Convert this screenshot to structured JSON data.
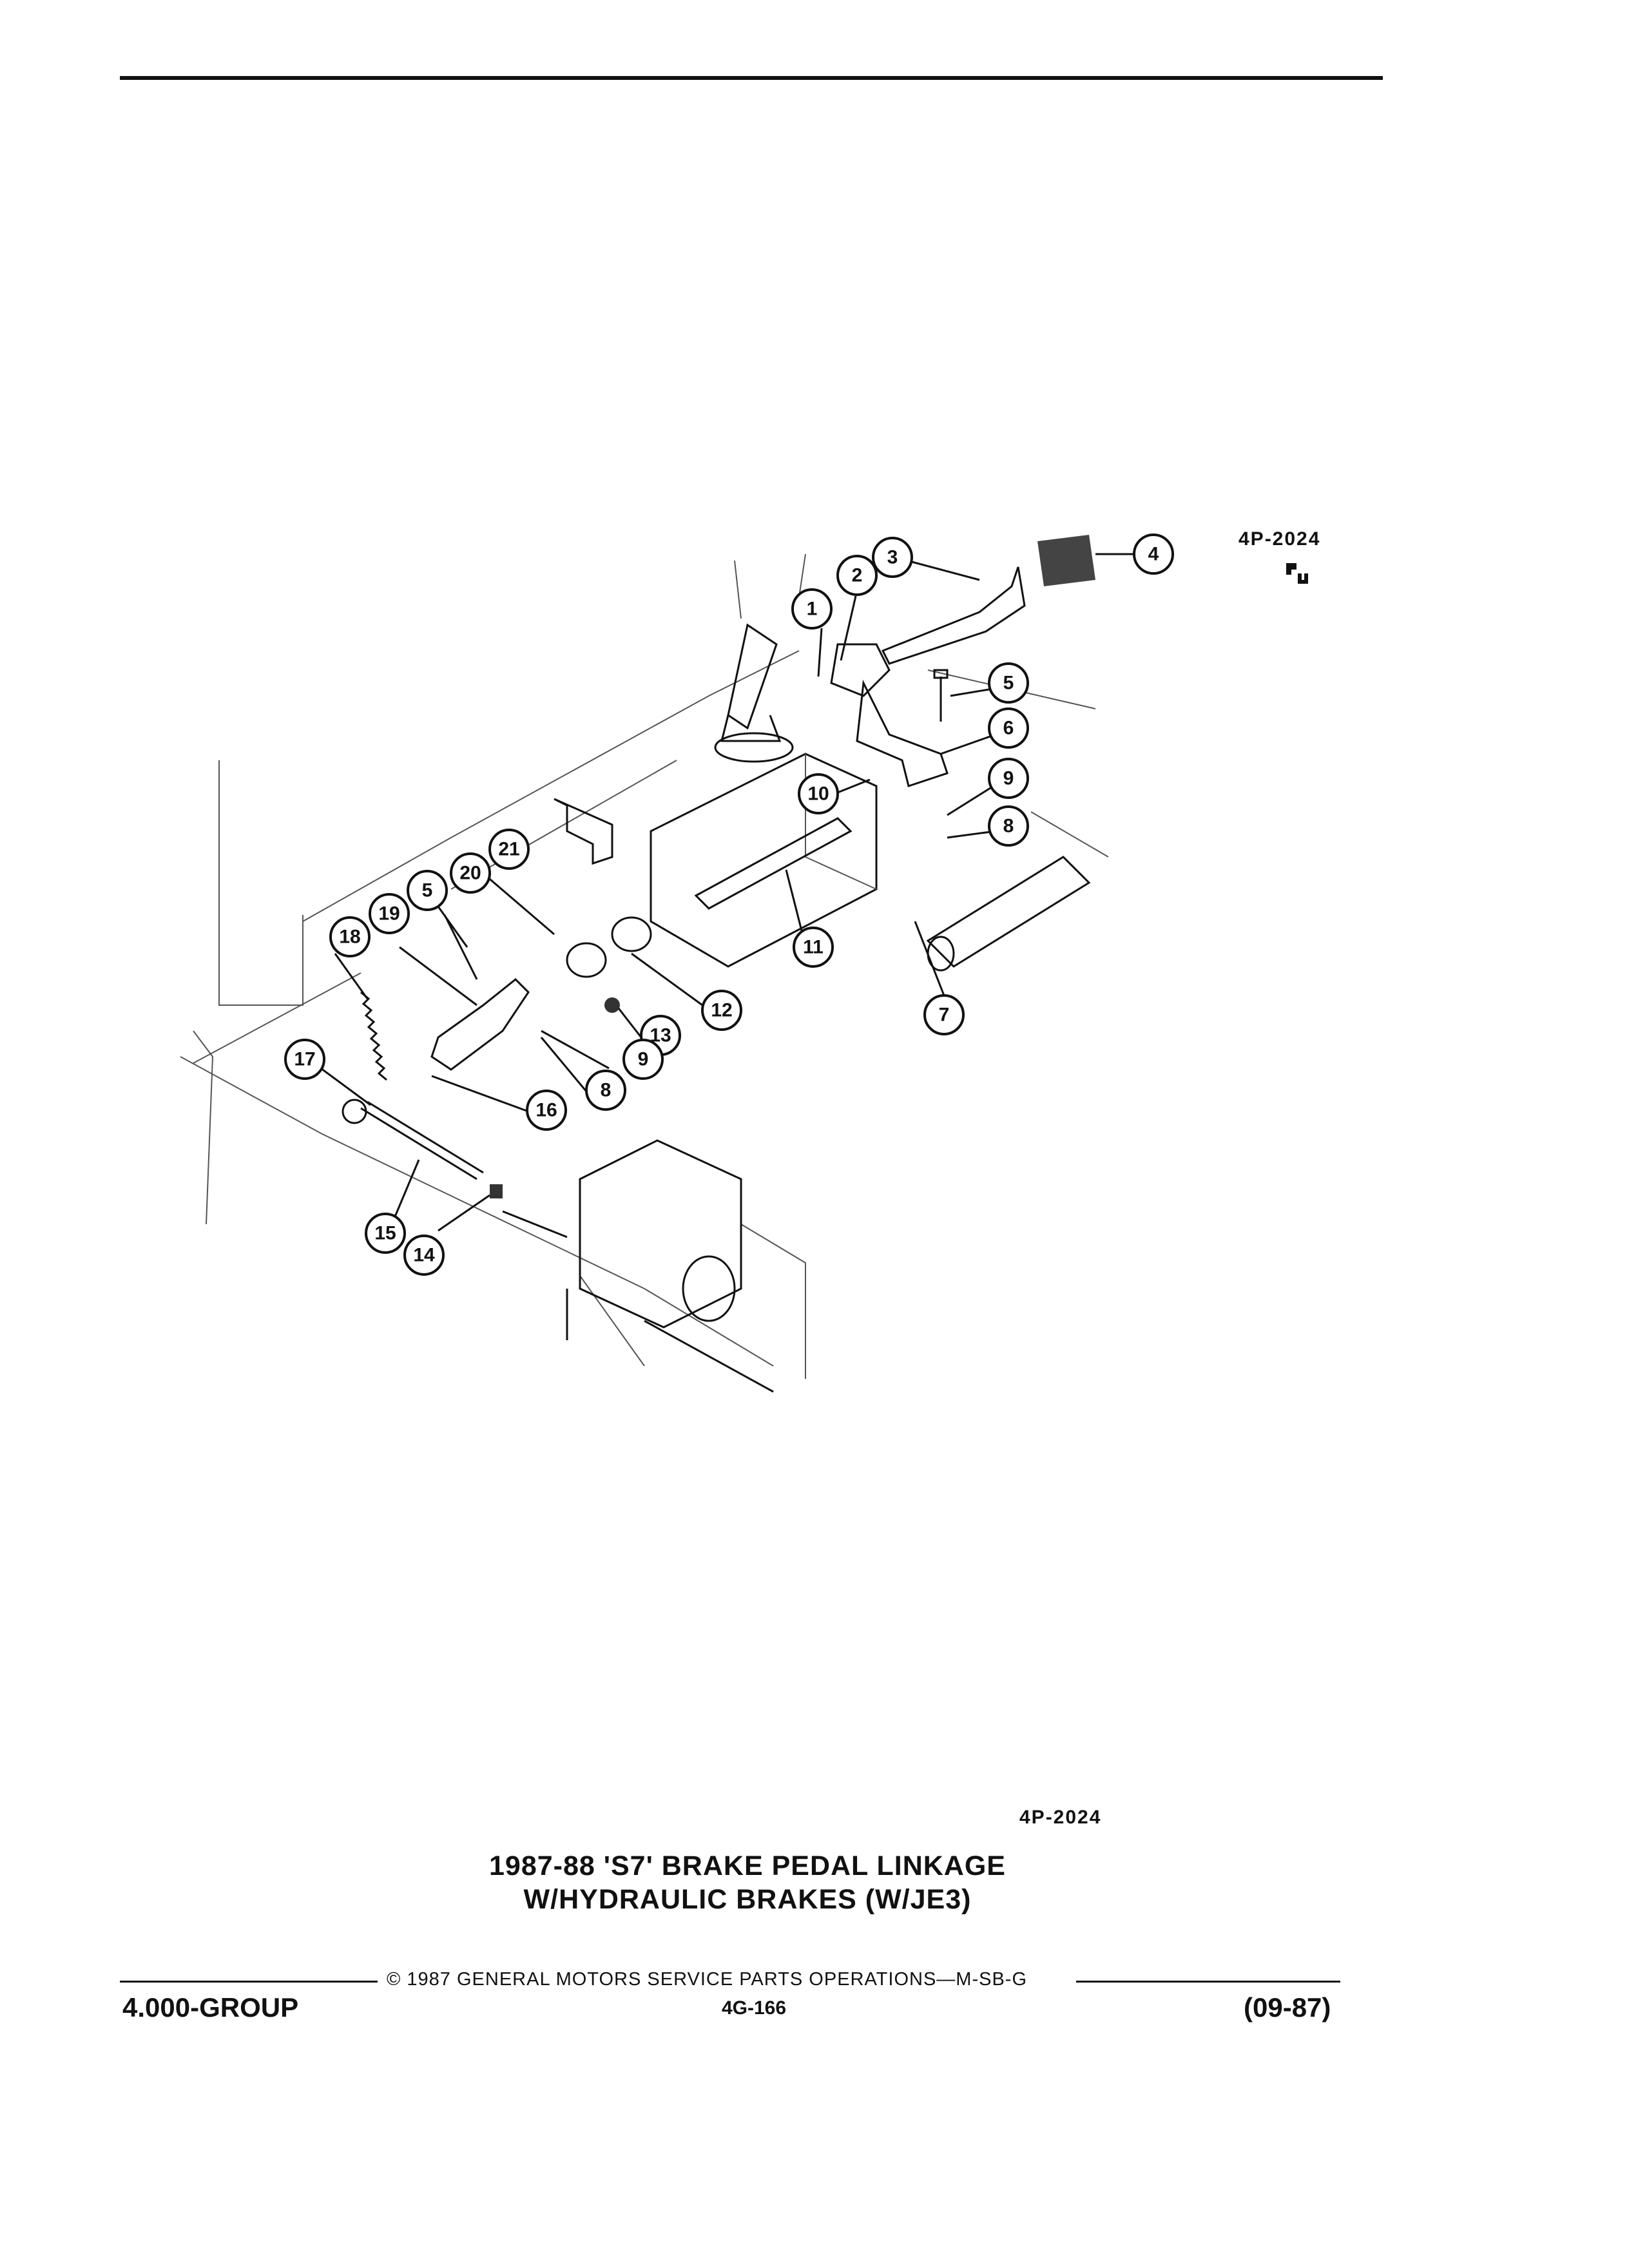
{
  "figure_code_top": "4P-2024",
  "figure_code_bottom": "4P-2024",
  "caption": {
    "line1": "1987-88 'S7' BRAKE PEDAL LINKAGE",
    "line2": "W/HYDRAULIC BRAKES (W/JE3)"
  },
  "footer": {
    "copyright": "© 1987 GENERAL MOTORS SERVICE PARTS OPERATIONS—M-SB-G",
    "group": "4.000-GROUP",
    "page": "4G-166",
    "date": "(09-87)"
  },
  "callouts": [
    "1",
    "2",
    "3",
    "4",
    "5",
    "6",
    "7",
    "8",
    "9",
    "10",
    "11",
    "12",
    "13",
    "14",
    "15",
    "16",
    "17",
    "18",
    "19",
    "20",
    "21",
    "5",
    "8",
    "9"
  ]
}
